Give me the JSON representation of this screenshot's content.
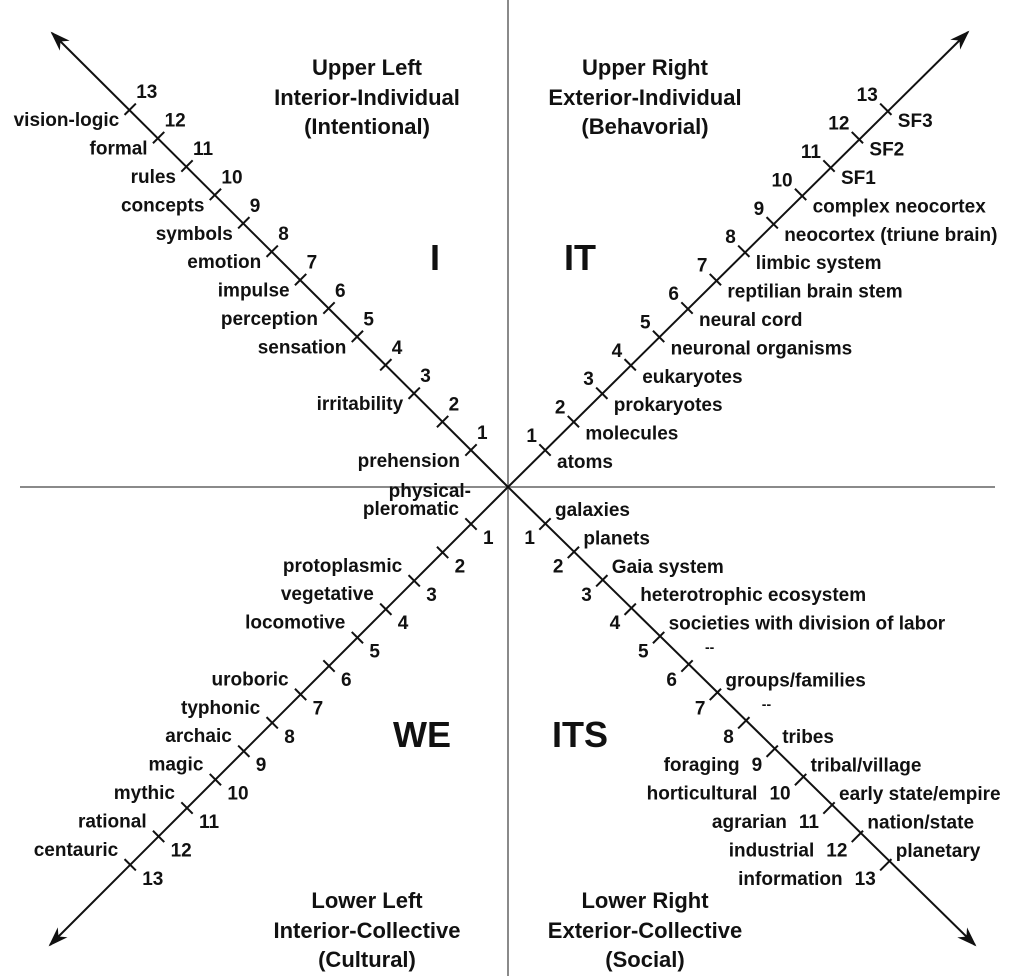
{
  "colors": {
    "axis": "#111111",
    "divider": "#8a8a8a",
    "text": "#111111"
  },
  "quadrants": [
    {
      "id": "upper-left",
      "pronoun": "I",
      "title": [
        "Upper Left",
        "Interior-Individual",
        "(Intentional)"
      ],
      "levels": [
        {
          "n": "1",
          "label": "prehension"
        },
        {
          "n": "2"
        },
        {
          "n": "3",
          "label": "irritability"
        },
        {
          "n": "4"
        },
        {
          "n": "5",
          "label": "sensation"
        },
        {
          "n": "6",
          "label": "perception"
        },
        {
          "n": "7",
          "label": "impulse"
        },
        {
          "n": "8",
          "label": "emotion"
        },
        {
          "n": "9",
          "label": "symbols"
        },
        {
          "n": "10",
          "label": "concepts"
        },
        {
          "n": "11",
          "label": "rules"
        },
        {
          "n": "12",
          "label": "formal"
        },
        {
          "n": "13",
          "label": "vision-logic"
        }
      ]
    },
    {
      "id": "upper-right",
      "pronoun": "IT",
      "title": [
        "Upper Right",
        "Exterior-Individual",
        "(Behavorial)"
      ],
      "levels": [
        {
          "n": "1",
          "label": "atoms"
        },
        {
          "n": "2",
          "label": "molecules"
        },
        {
          "n": "3",
          "label": "prokaryotes"
        },
        {
          "n": "4",
          "label": "eukaryotes"
        },
        {
          "n": "5",
          "label": "neuronal organisms"
        },
        {
          "n": "6",
          "label": "neural cord"
        },
        {
          "n": "7",
          "label": "reptilian brain stem"
        },
        {
          "n": "8",
          "label": "limbic system"
        },
        {
          "n": "9",
          "label": "neocortex (triune brain)"
        },
        {
          "n": "10",
          "label": "complex neocortex"
        },
        {
          "n": "11",
          "label": "SF1"
        },
        {
          "n": "12",
          "label": "SF2"
        },
        {
          "n": "13",
          "label": "SF3"
        }
      ]
    },
    {
      "id": "lower-left",
      "pronoun": "WE",
      "title": [
        "Lower Left",
        "Interior-Collective",
        "(Cultural)"
      ],
      "levels": [
        {
          "n": "1",
          "label": [
            "physical-",
            "pleromatic"
          ]
        },
        {
          "n": "2"
        },
        {
          "n": "3",
          "label": "protoplasmic"
        },
        {
          "n": "4",
          "label": "vegetative"
        },
        {
          "n": "5",
          "label": "locomotive"
        },
        {
          "n": "6"
        },
        {
          "n": "7",
          "label": "uroboric"
        },
        {
          "n": "8",
          "label": "typhonic"
        },
        {
          "n": "9",
          "label": "archaic"
        },
        {
          "n": "10",
          "label": "magic"
        },
        {
          "n": "11",
          "label": "mythic"
        },
        {
          "n": "12",
          "label": "rational"
        },
        {
          "n": "13",
          "label": "centauric"
        }
      ]
    },
    {
      "id": "lower-right",
      "pronoun": "ITS",
      "title": [
        "Lower Right",
        "Exterior-Collective",
        "(Social)"
      ],
      "levels": [
        {
          "n": "1",
          "label": "galaxies"
        },
        {
          "n": "2",
          "label": "planets"
        },
        {
          "n": "3",
          "label": "Gaia system"
        },
        {
          "n": "4",
          "label": "heterotrophic ecosystem"
        },
        {
          "n": "5",
          "label": "societies with division of labor"
        },
        {
          "n": "6",
          "label": "--"
        },
        {
          "n": "7",
          "label": "groups/families"
        },
        {
          "n": "8",
          "label": "--"
        },
        {
          "n": "9",
          "label": "tribes",
          "left_label": "foraging"
        },
        {
          "n": "10",
          "label": "tribal/village",
          "left_label": "horticultural"
        },
        {
          "n": "11",
          "label": "early state/empire",
          "left_label": "agrarian"
        },
        {
          "n": "12",
          "label": "nation/state",
          "left_label": "industrial"
        },
        {
          "n": "13",
          "label": "planetary",
          "left_label": "information"
        }
      ]
    }
  ]
}
